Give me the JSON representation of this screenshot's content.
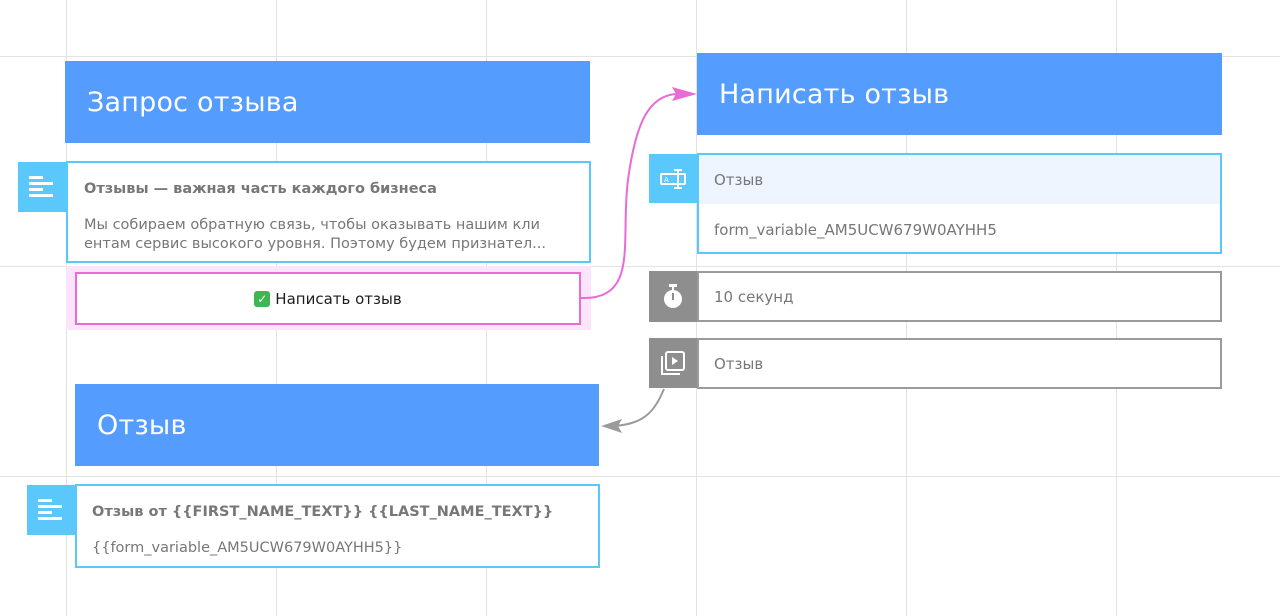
{
  "colors": {
    "header_bg": "#559cff",
    "text_block_border": "#5ac8fa",
    "button_border": "#e86bd6",
    "button_highlight": "#fce4fb",
    "action_border": "#9b9b9b",
    "grid": "#e3e3e3"
  },
  "request_node": {
    "title": "Запрос отзыва",
    "text_block": {
      "icon": "text-align-left-icon",
      "heading": "Отзывы — важная часть каждого бизнеса",
      "body_line1": "Мы собираем обратную связь, чтобы оказывать нашим кли",
      "body_line2": "ентам сервис высокого уровня. Поэтому будем признател..."
    },
    "button": {
      "emoji": "✓",
      "label": "Написать отзыв"
    }
  },
  "write_node": {
    "title": "Написать отзыв",
    "input": {
      "icon": "input-field-icon",
      "label": "Отзыв",
      "variable": "form_variable_AM5UCW679W0AYHH5"
    },
    "timer": {
      "icon": "stopwatch-icon",
      "label": "10 секунд"
    },
    "goto": {
      "icon": "goto-block-icon",
      "label": "Отзыв"
    }
  },
  "review_node": {
    "title": "Отзыв",
    "text_block": {
      "icon": "text-align-left-icon",
      "heading": "Отзыв от {{FIRST_NAME_TEXT}} {{LAST_NAME_TEXT}}",
      "body": "{{form_variable_AM5UCW679W0AYHH5}}"
    }
  }
}
